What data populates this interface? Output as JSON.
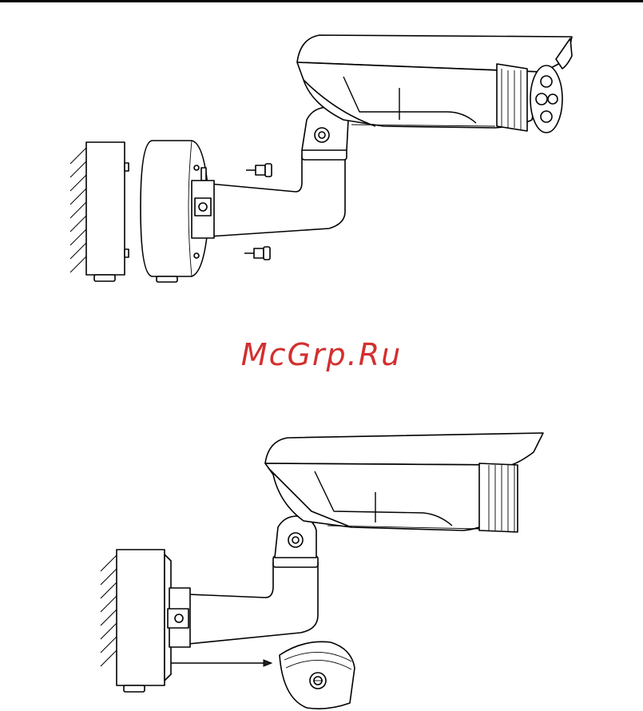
{
  "watermark": {
    "text": "McGrp.Ru",
    "color": "#d32f2f"
  },
  "figures": [
    {
      "id": "figure-1",
      "depicts": "camera-bracket-separated-from-junction-box"
    },
    {
      "id": "figure-2",
      "depicts": "camera-bracket-mounted-on-junction-box-with-detail"
    }
  ]
}
